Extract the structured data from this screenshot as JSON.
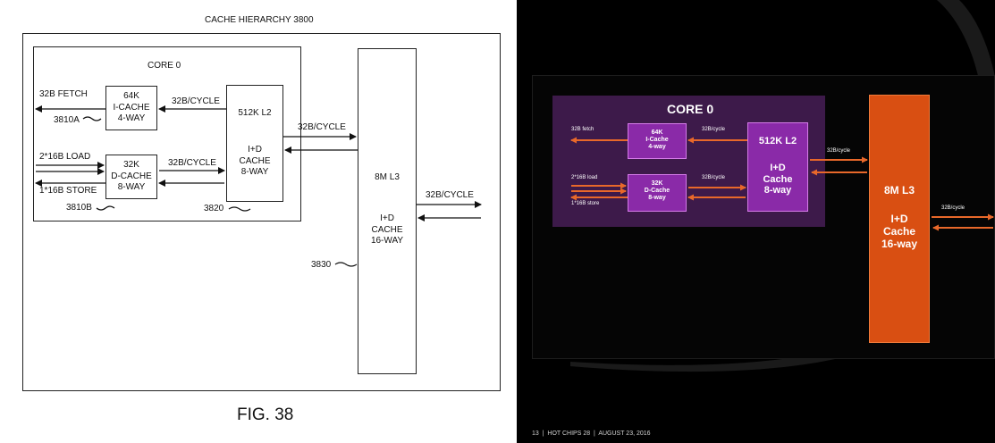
{
  "patent": {
    "title": "CACHE HIERARCHY 3800",
    "core_label": "CORE 0",
    "icache": [
      "64K",
      "I-CACHE",
      "4-WAY"
    ],
    "dcache": [
      "32K",
      "D-CACHE",
      "8-WAY"
    ],
    "l2": {
      "top": "512K L2",
      "body": [
        "I+D",
        "CACHE",
        "8-WAY"
      ]
    },
    "l3": {
      "top": "8M L3",
      "body": [
        "I+D",
        "CACHE",
        "16-WAY"
      ]
    },
    "labels": {
      "fetch": "32B FETCH",
      "load": "2*16B LOAD",
      "store": "1*16B STORE",
      "icache_l2": "32B/CYCLE",
      "dcache_l2": "32B/CYCLE",
      "l2_l3": "32B/CYCLE",
      "l3_out": "32B/CYCLE"
    },
    "refs": {
      "icache": "3810A",
      "dcache": "3810B",
      "l2": "3820",
      "l3": "3830"
    },
    "fig_caption": "FIG. 38"
  },
  "slide": {
    "core_label": "CORE 0",
    "icache": [
      "64K",
      "I-Cache",
      "4-way"
    ],
    "dcache": [
      "32K",
      "D-Cache",
      "8-way"
    ],
    "l2": {
      "top": "512K L2",
      "body": [
        "I+D",
        "Cache",
        "8-way"
      ]
    },
    "l3": {
      "top": "8M L3",
      "body": [
        "I+D",
        "Cache",
        "16-way"
      ]
    },
    "labels": {
      "fetch": "32B fetch",
      "load": "2*16B load",
      "store": "1*16B store",
      "icache_l2": "32B/cycle",
      "dcache_l2": "32B/cycle",
      "l2_l3": "32B/cycle",
      "l3_out": "32B/cycle"
    },
    "footer": "13  |  HOT CHIPS 28  |  AUGUST 23, 2016",
    "colors": {
      "background": "#000000",
      "core_bg": "#3d1a4a",
      "cache_box": "#8a2aa8",
      "cache_border": "#d57be8",
      "l3_box": "#d94f12",
      "arrow": "#e8682a"
    }
  }
}
